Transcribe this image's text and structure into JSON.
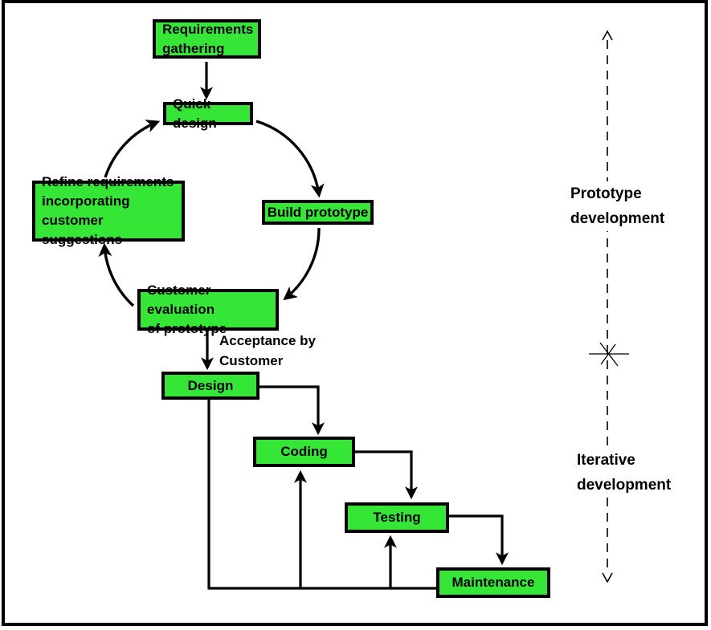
{
  "diagram": {
    "boxes": {
      "requirements": "Requirements\ngathering",
      "quick_design": "Quick design",
      "build_prototype": "Build prototype",
      "refine": "Refine requirements\nincorporating\ncustomer suggestions",
      "customer_eval": "Customer evaluation\nof prototype",
      "design": "Design",
      "coding": "Coding",
      "testing": "Testing",
      "maintenance": "Maintenance"
    },
    "labels": {
      "acceptance": "Acceptance by\nCustomer",
      "prototype_dev": "Prototype\ndevelopment",
      "iterative_dev": "Iterative\ndevelopment"
    },
    "colors": {
      "box_fill": "#36e636",
      "box_border": "#000000",
      "line_color": "#000000",
      "background": "#ffffff"
    }
  }
}
